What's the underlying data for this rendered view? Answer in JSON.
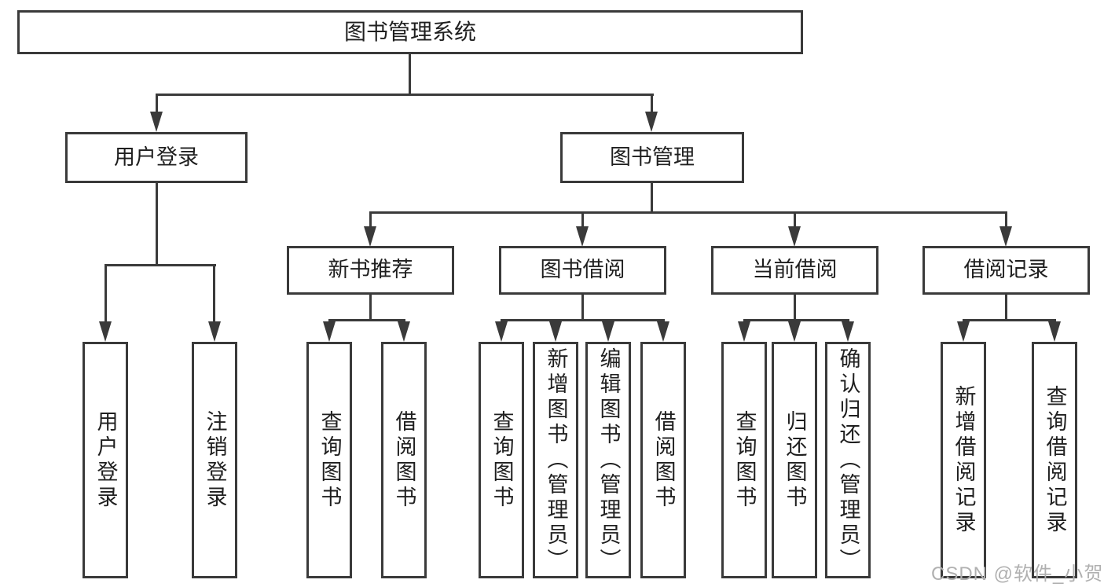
{
  "diagram": {
    "root_label": "图书管理系统",
    "level2": [
      "用户登录",
      "图书管理"
    ],
    "level3": [
      "新书推荐",
      "图书借阅",
      "当前借阅",
      "借阅记录"
    ],
    "user_login_children": [
      "用户登录",
      "注销登录"
    ],
    "new_book_children": [
      "查询图书",
      "借阅图书"
    ],
    "book_borrow_children": [
      "查询图书",
      "新增图书（管理员）",
      "编辑图书（管理员）",
      "借阅图书"
    ],
    "current_borrow_children": [
      "查询图书",
      "归还图书",
      "确认归还（管理员）"
    ],
    "borrow_record_children": [
      "新增借阅记录",
      "查询借阅记录"
    ],
    "watermark": "CSDN @软件_小贺同学",
    "colors": {
      "line": "#3a3a3a",
      "text": "#1f1f1f",
      "watermark_gray": "#b0b0b0"
    }
  }
}
